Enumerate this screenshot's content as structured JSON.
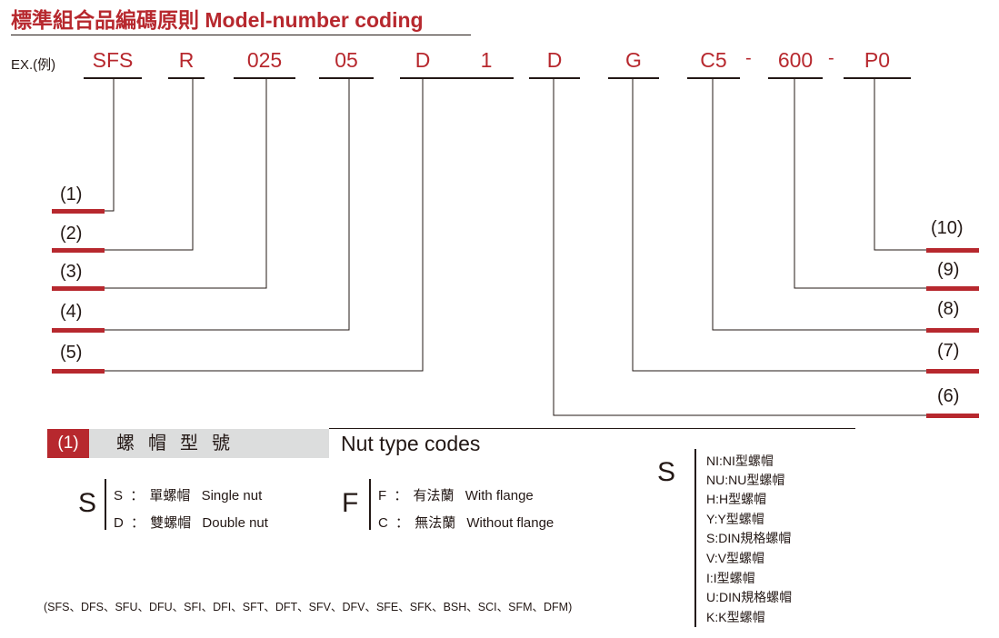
{
  "title": "標準組合品編碼原則 Model-number coding",
  "example_label": "EX.(例)",
  "codes": [
    "SFS",
    "R",
    "025",
    "05",
    "D",
    "1",
    "D",
    "G",
    "C5",
    "600",
    "P0"
  ],
  "separators": [
    "-",
    "-"
  ],
  "callouts_left": [
    "(1)",
    "(2)",
    "(3)",
    "(4)",
    "(5)"
  ],
  "callouts_right": [
    "(10)",
    "(9)",
    "(8)",
    "(7)",
    "(6)"
  ],
  "section": {
    "number": "(1)",
    "title_zh": "螺帽型號",
    "title_en": "Nut type codes"
  },
  "group_s": {
    "letter": "S",
    "options": [
      {
        "code": "S",
        "sep": "：",
        "zh": "單螺帽",
        "en": "Single nut"
      },
      {
        "code": "D",
        "sep": "：",
        "zh": "雙螺帽",
        "en": "Double nut"
      }
    ]
  },
  "group_f": {
    "letter": "F",
    "options": [
      {
        "code": "F",
        "sep": "：",
        "zh": "有法蘭",
        "en": "With flange"
      },
      {
        "code": "C",
        "sep": "：",
        "zh": "無法蘭",
        "en": "Without flange"
      }
    ]
  },
  "group_s2": {
    "letter": "S",
    "items": [
      "NI:NI型螺帽",
      "NU:NU型螺帽",
      "H:H型螺帽",
      "Y:Y型螺帽",
      "S:DIN規格螺帽",
      "V:V型螺帽",
      "I:I型螺帽",
      "U:DIN規格螺帽",
      "K:K型螺帽"
    ]
  },
  "footnote": "(SFS、DFS、SFU、DFU、SFI、DFI、SFT、DFT、SFV、DFV、SFE、SFK、BSH、SCI、SFM、DFM)"
}
